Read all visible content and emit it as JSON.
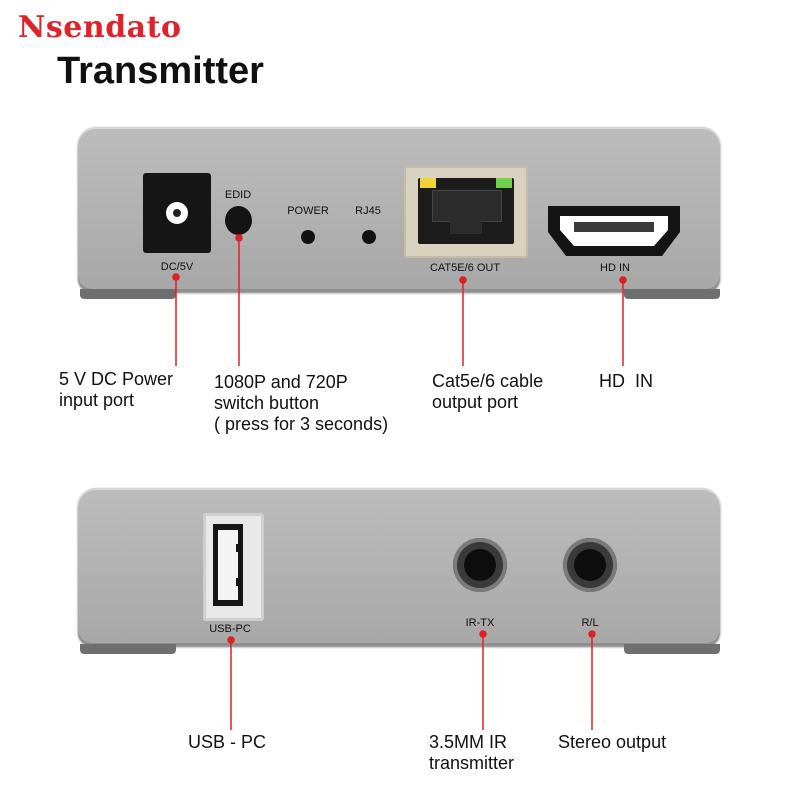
{
  "brand": "Nsendato",
  "title": "Transmitter",
  "top_panel": {
    "labels": {
      "dc": "DC/5V",
      "edid": "EDID",
      "power": "POWER",
      "rj45": "RJ45",
      "cat": "CAT5E/6 OUT",
      "hd": "HD IN"
    }
  },
  "bottom_panel": {
    "labels": {
      "usb": "USB-PC",
      "irtx": "IR-TX",
      "rl": "R/L"
    }
  },
  "callouts": {
    "dc": "5 V DC Power\ninput port",
    "edid": "1080P and 720P\nswitch button\n( press for 3 seconds)",
    "cat": "Cat5e/6 cable\noutput port",
    "hd": "HD  IN",
    "usb": "USB - PC",
    "ir": "3.5MM IR\ntransmitter",
    "rl": "Stereo output"
  },
  "colors": {
    "brand_red": "#e0232a",
    "leader_red": "#e02020"
  }
}
